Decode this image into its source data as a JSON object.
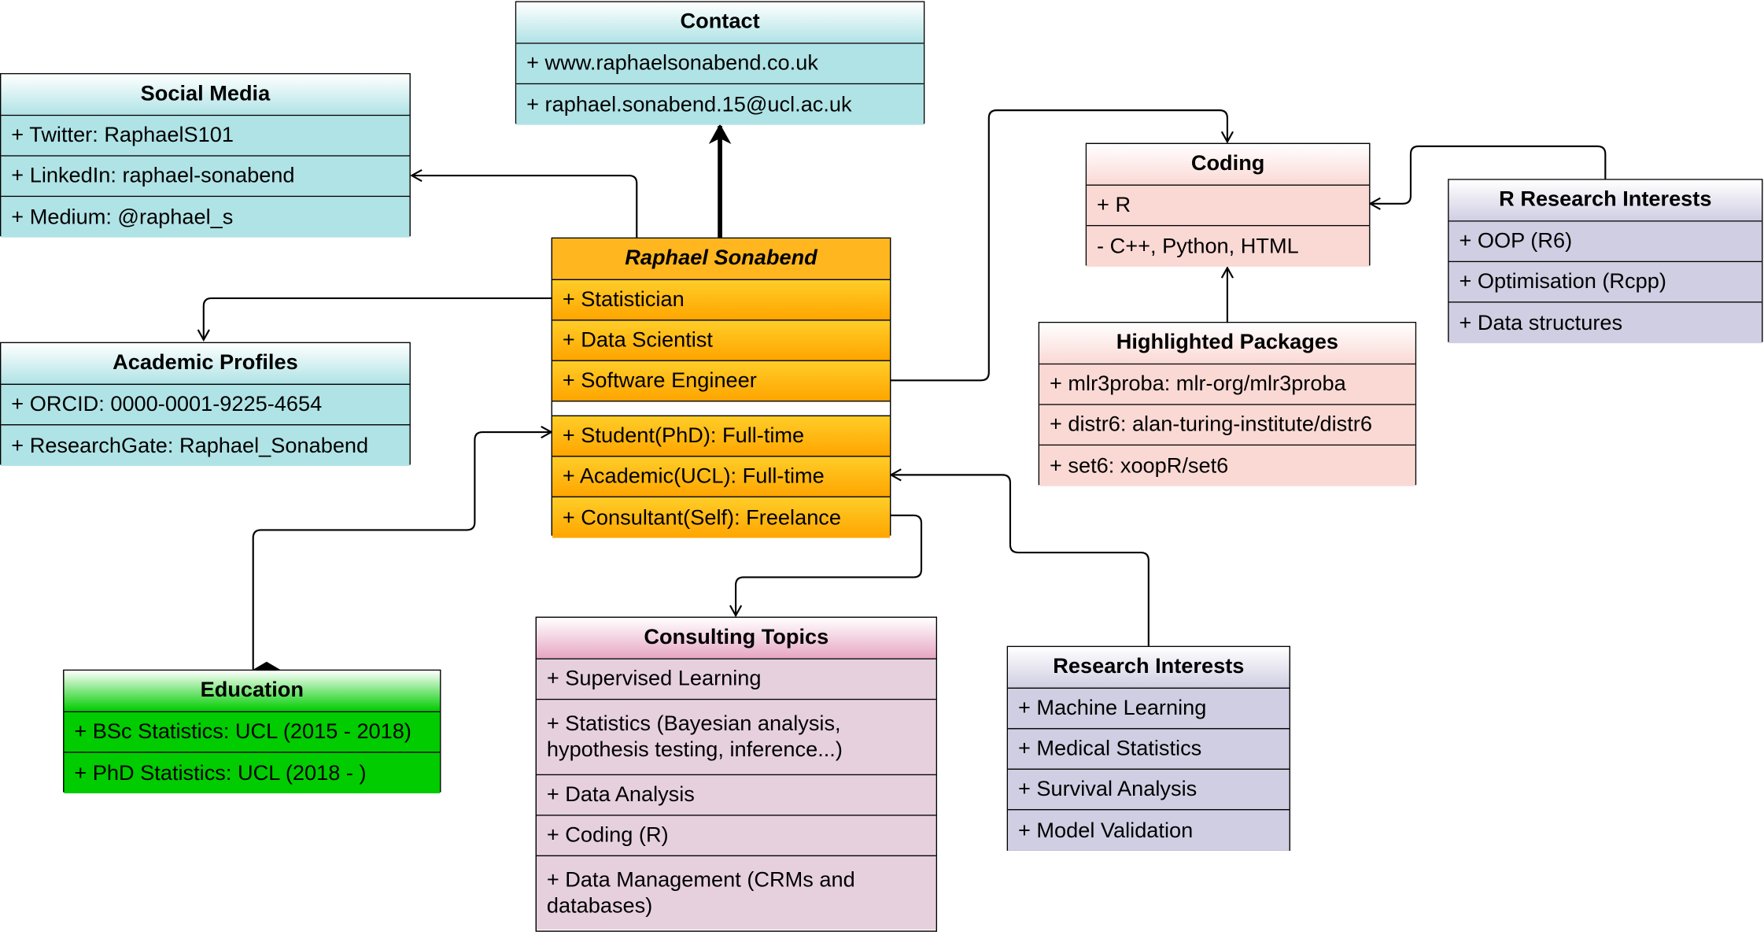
{
  "boxes": {
    "contact": {
      "title": "Contact",
      "rows": [
        "+ www.raphaelsonabend.co.uk",
        "+ raphael.sonabend.15@ucl.ac.uk"
      ]
    },
    "social": {
      "title": "Social Media",
      "rows": [
        "+ Twitter: RaphaelS101",
        "+ LinkedIn: raphael-sonabend",
        "+ Medium: @raphael_s"
      ]
    },
    "academic": {
      "title": "Academic Profiles",
      "rows": [
        "+ ORCID: 0000-0001-9225-4654",
        "+ ResearchGate: Raphael_Sonabend"
      ]
    },
    "main": {
      "title": "Raphael Sonabend",
      "attributes": [
        "+ Statistician",
        "+ Data Scientist",
        "+ Software Engineer"
      ],
      "operations": [
        "+ Student(PhD): Full-time",
        "+ Academic(UCL): Full-time",
        "+ Consultant(Self): Freelance"
      ]
    },
    "coding": {
      "title": "Coding",
      "rows": [
        "+ R",
        "- C++, Python, HTML"
      ]
    },
    "rinterests": {
      "title": "R Research Interests",
      "rows": [
        "+ OOP (R6)",
        "+ Optimisation (Rcpp)",
        "+ Data structures"
      ]
    },
    "packages": {
      "title": "Highlighted Packages",
      "rows": [
        "+ mlr3proba: mlr-org/mlr3proba",
        "+ distr6: alan-turing-institute/distr6",
        "+ set6: xoopR/set6"
      ]
    },
    "education": {
      "title": "Education",
      "rows": [
        "+ BSc Statistics: UCL (2015 - 2018)",
        "+ PhD Statistics: UCL (2018 - )"
      ]
    },
    "consulting": {
      "title": "Consulting Topics",
      "rows": [
        "+ Supervised Learning",
        "+ Statistics (Bayesian analysis,\n hypothesis testing, inference...)",
        "+ Data Analysis",
        "+ Coding (R)",
        "+ Data Management (CRMs and\ndatabases)"
      ]
    },
    "research": {
      "title": "Research Interests",
      "rows": [
        "+ Machine Learning",
        "+ Medical Statistics",
        "+ Survival Analysis",
        "+ Model Validation"
      ]
    }
  },
  "colors": {
    "teal": "#b0e3e6",
    "orange": "#ffb61f",
    "pink": "#fad9d5",
    "lavender": "#d0cee2",
    "green": "#00cc00",
    "mauve": "#e6d0de"
  }
}
